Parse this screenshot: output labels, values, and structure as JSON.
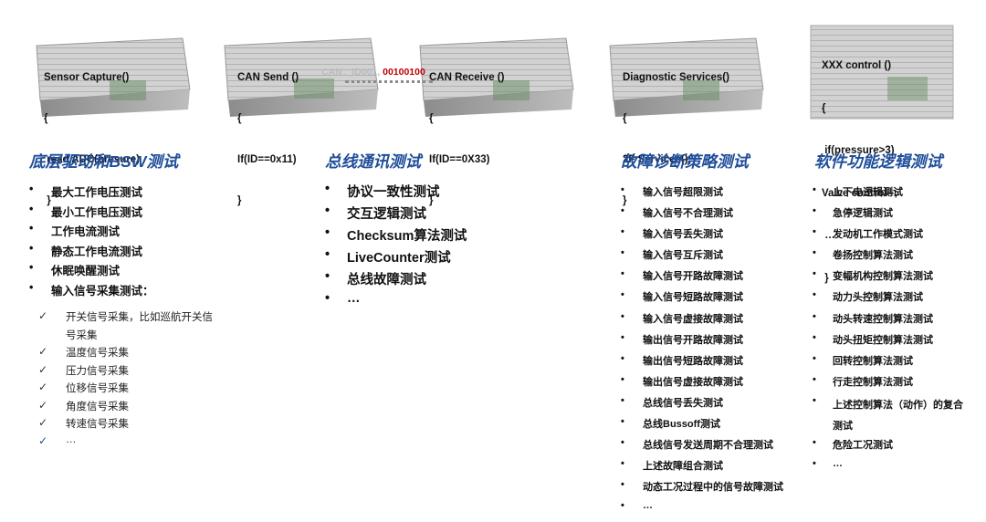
{
  "ecus": [
    {
      "id": "sensor",
      "lines": [
        "Sensor Capture()",
        "{",
        " read ADC(presure)",
        " }"
      ]
    },
    {
      "id": "can-send",
      "lines": [
        "CAN Send ()",
        "{",
        "If(ID==0x11)",
        "}"
      ]
    },
    {
      "id": "can-receive",
      "lines": [
        "CAN Receive ()",
        "{",
        "If(ID==0X33)",
        "}"
      ]
    },
    {
      "id": "diagnostic",
      "lines": [
        "Diagnostic Services()",
        "{",
        "2F Services();",
        "}"
      ]
    },
    {
      "id": "control",
      "lines": [
        "XXX control ()",
        "{",
        " if(pressure>3)",
        "Valve control--;",
        " …",
        " }"
      ]
    }
  ],
  "can_message": {
    "prefix": "CAN：ID001, ",
    "payload": "00100100"
  },
  "sections": {
    "bsw": {
      "title": "底层驱动和BSW测试",
      "items": [
        "最大工作电压测试",
        "最小工作电压测试",
        "工作电流测试",
        "静态工作电流测试",
        "休眠唤醒测试",
        "输入信号采集测试："
      ],
      "sub_items": [
        "开关信号采集，比如巡航开关信号采集",
        "温度信号采集",
        "压力信号采集",
        "位移信号采集",
        "角度信号采集",
        "转速信号采集",
        "…"
      ]
    },
    "bus": {
      "title": "总线通讯测试",
      "items": [
        "协议一致性测试",
        "交互逻辑测试",
        "Checksum算法测试",
        "LiveCounter测试",
        "总线故障测试",
        "…"
      ]
    },
    "diag": {
      "title": "故障诊断策略测试",
      "items": [
        "输入信号超限测试",
        "输入信号不合理测试",
        "输入信号丢失测试",
        "输入信号互斥测试",
        "输入信号开路故障测试",
        "输入信号短路故障测试",
        "输入信号虚接故障测试",
        "输出信号开路故障测试",
        "输出信号短路故障测试",
        "输出信号虚接故障测试",
        "总线信号丢失测试",
        "总线Bussoff测试",
        "总线信号发送周期不合理测试",
        "上述故障组合测试",
        "动态工况过程中的信号故障测试",
        "…"
      ]
    },
    "logic": {
      "title": "软件功能逻辑测试",
      "items": [
        "上下电逻辑测试",
        "急停逻辑测试",
        "发动机工作模式测试",
        "卷扬控制算法测试",
        "变幅机构控制算法测试",
        "动力头控制算法测试",
        "动头转速控制算法测试",
        "动头扭矩控制算法测试",
        "回转控制算法测试",
        "行走控制算法测试",
        "上述控制算法（动作）的复合测试",
        "危险工况测试",
        "…"
      ]
    }
  },
  "bullets": {
    "dot": "•",
    "check": "✓"
  },
  "colors": {
    "heading": "#1f4e9a",
    "can_payload": "#c00000"
  }
}
